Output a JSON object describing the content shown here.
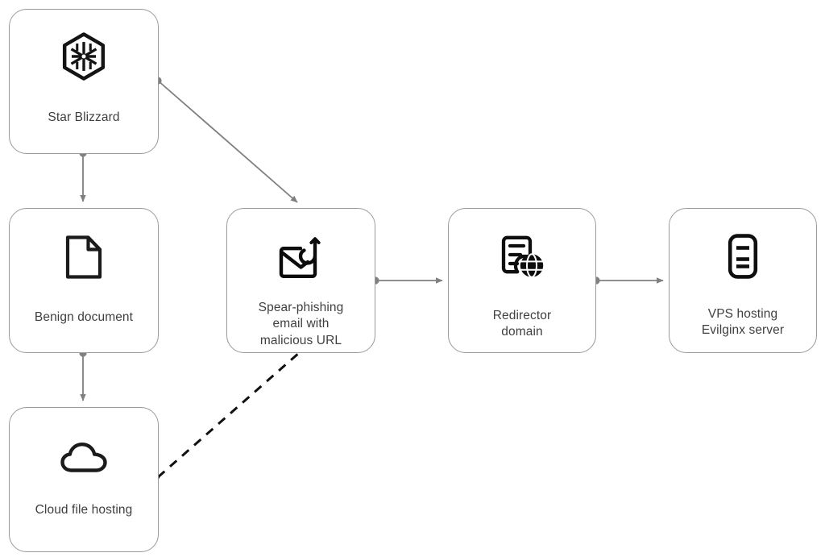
{
  "diagram": {
    "type": "attack-chain-flow",
    "background_color": "#ffffff",
    "edge_color": "#808080",
    "dashed_edge_color": "#111111",
    "node_border_color": "#9a9a9a",
    "label_color": "#3f3f3f",
    "icon_color": "#141414",
    "nodes": [
      {
        "id": "star-blizzard",
        "label": "Star Blizzard",
        "icon": "snowflake-hexagon-icon"
      },
      {
        "id": "benign-document",
        "label": "Benign document",
        "icon": "document-icon"
      },
      {
        "id": "cloud-file-hosting",
        "label": "Cloud file hosting",
        "icon": "cloud-icon"
      },
      {
        "id": "spear-phishing",
        "label": "Spear-phishing\nemail with\nmalicious URL",
        "icon": "phishing-envelope-hook-icon"
      },
      {
        "id": "redirector-domain",
        "label": "Redirector\ndomain",
        "icon": "server-globe-icon"
      },
      {
        "id": "vps-hosting",
        "label": "VPS hosting\nEvilginx server",
        "icon": "server-icon"
      }
    ],
    "edges": [
      {
        "id": "star-blizzard-to-benign-document",
        "from": "star-blizzard",
        "to": "benign-document",
        "style": "solid",
        "arrow": true,
        "source_dot": true
      },
      {
        "id": "star-blizzard-to-spear-phishing",
        "from": "star-blizzard",
        "to": "spear-phishing",
        "style": "solid",
        "arrow": true,
        "source_dot": true
      },
      {
        "id": "benign-document-to-cloud-file-hosting",
        "from": "benign-document",
        "to": "cloud-file-hosting",
        "style": "solid",
        "arrow": true,
        "source_dot": true
      },
      {
        "id": "cloud-file-hosting-to-spear-phishing",
        "from": "cloud-file-hosting",
        "to": "spear-phishing",
        "style": "dashed",
        "arrow": false,
        "source_dot": true
      },
      {
        "id": "spear-phishing-to-redirector-domain",
        "from": "spear-phishing",
        "to": "redirector-domain",
        "style": "solid",
        "arrow": true,
        "source_dot": true
      },
      {
        "id": "redirector-domain-to-vps-hosting",
        "from": "redirector-domain",
        "to": "vps-hosting",
        "style": "solid",
        "arrow": true,
        "source_dot": true
      }
    ]
  }
}
